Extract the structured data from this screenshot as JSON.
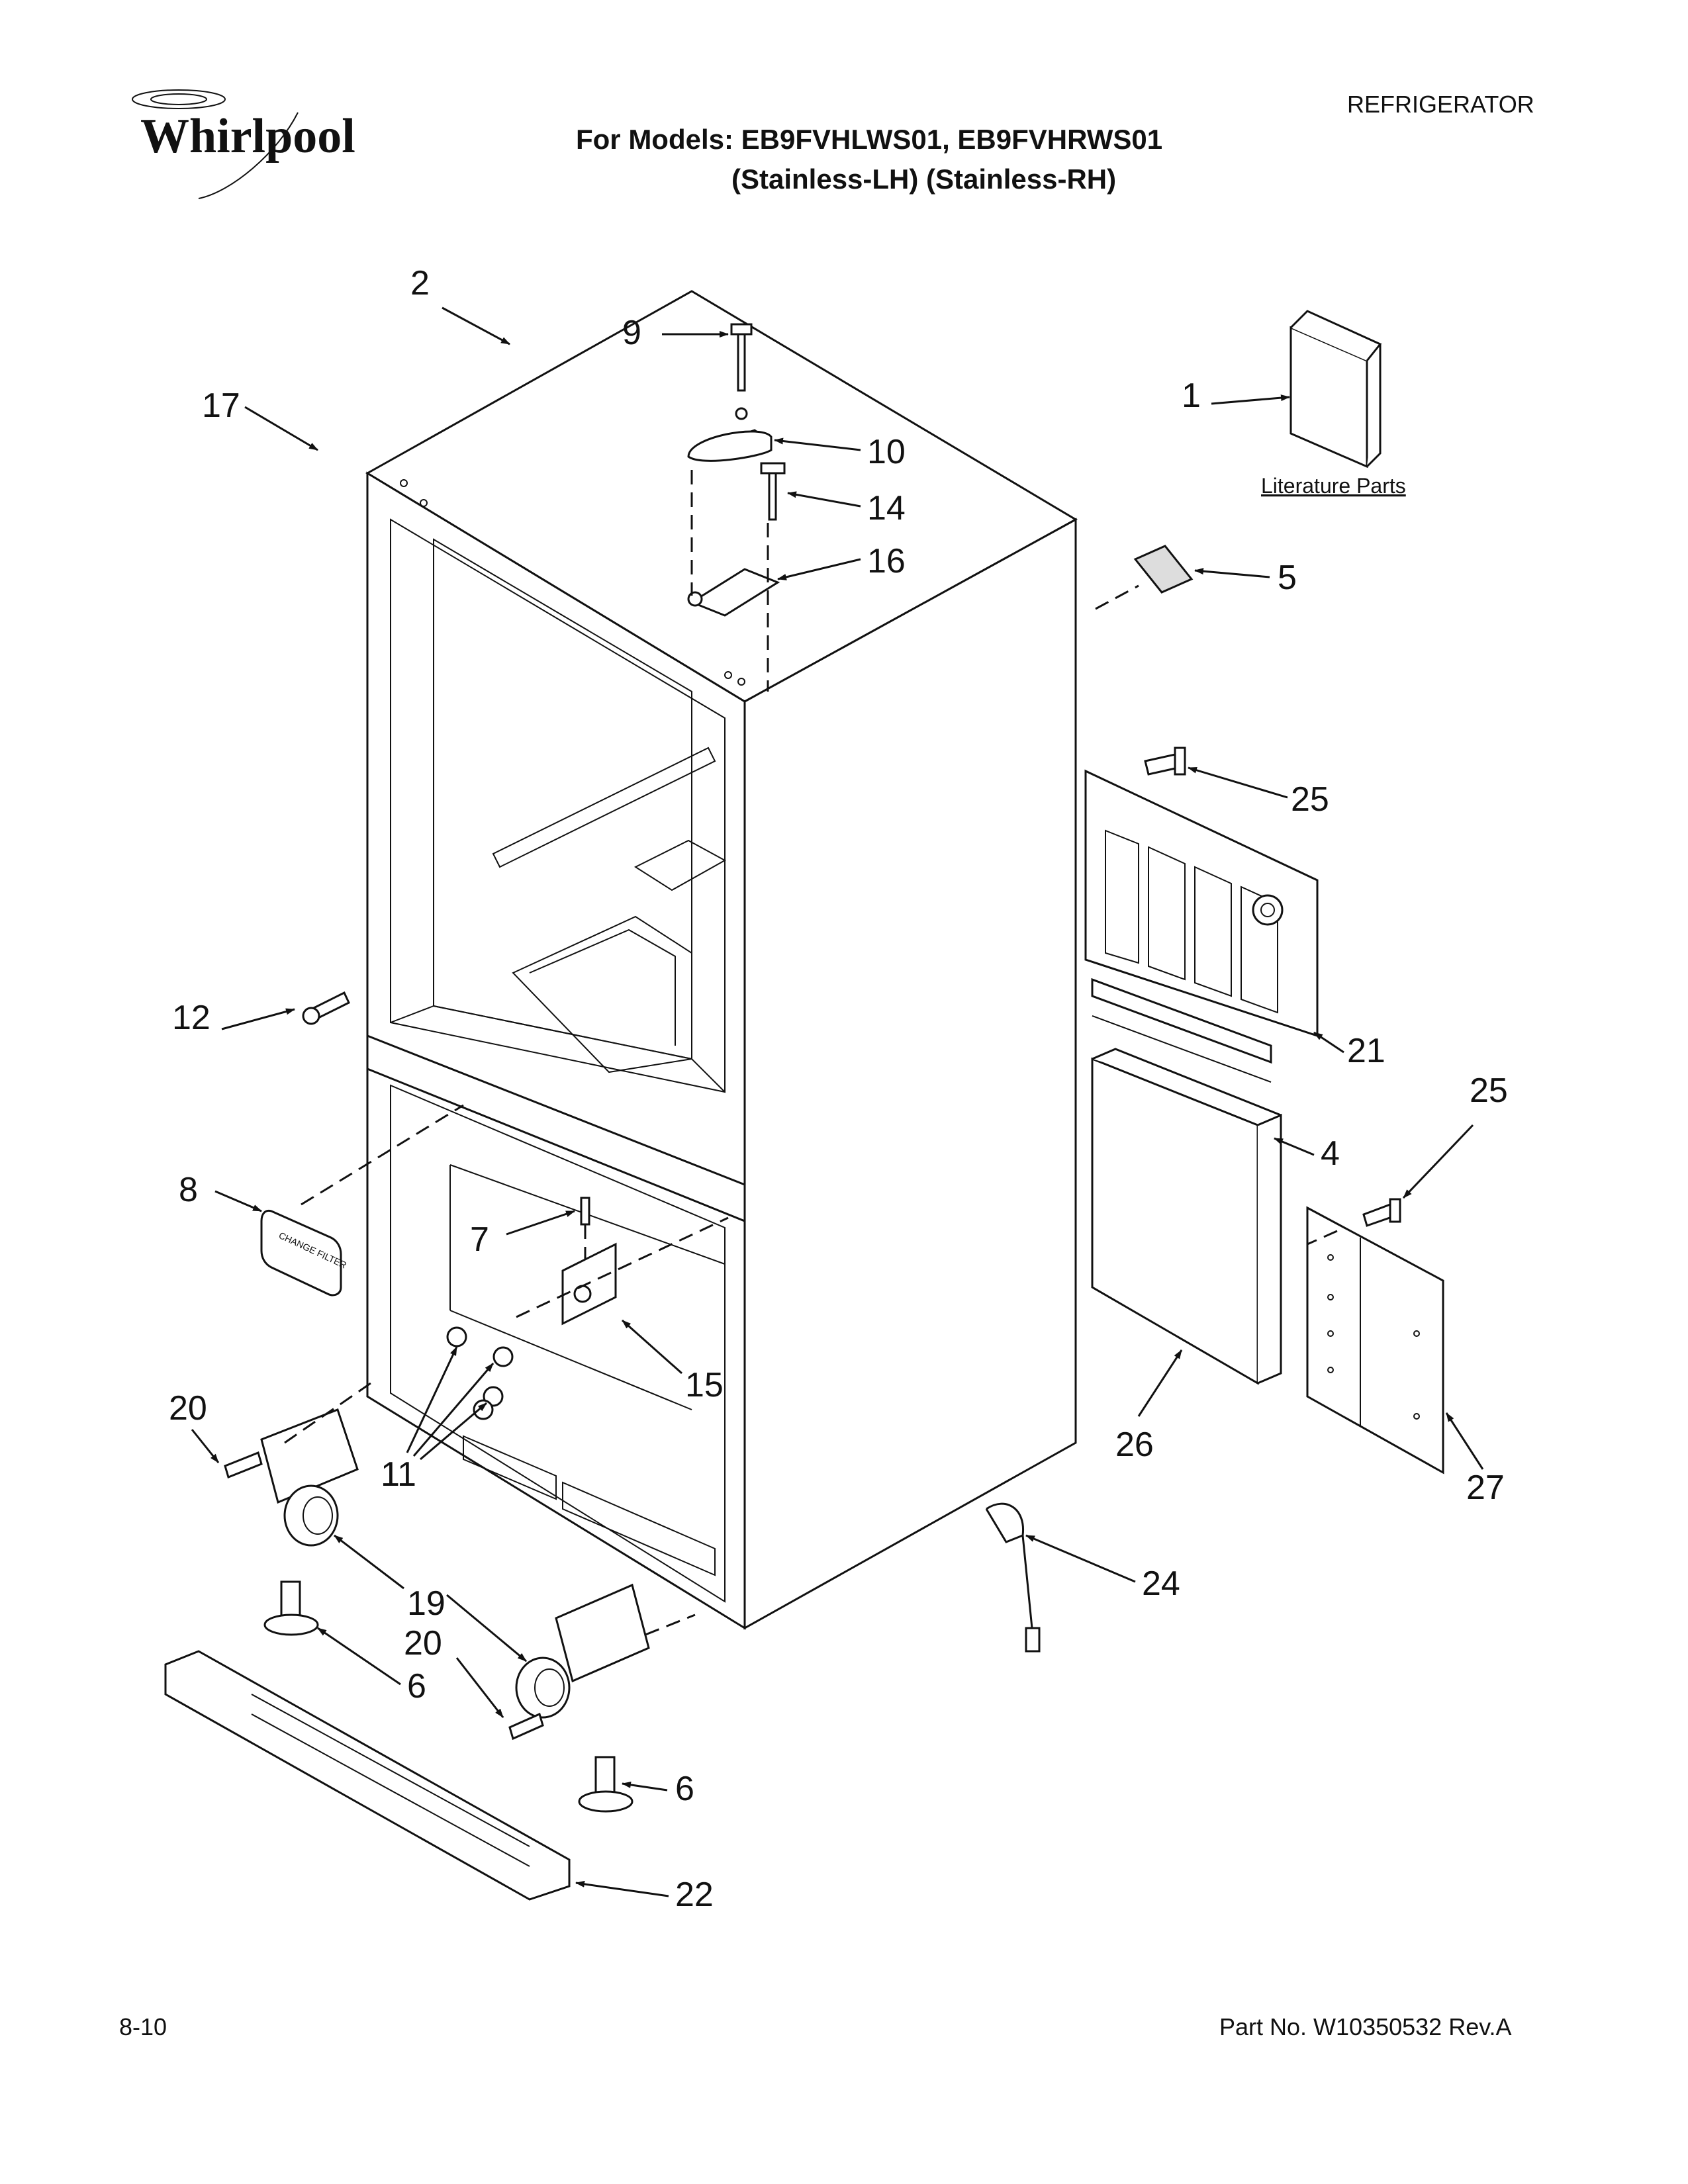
{
  "header": {
    "brand": "Whirlpool",
    "models_line": "For Models: EB9FVHLWS01, EB9FVHRWS01",
    "variants_line": "(Stainless-LH)   (Stainless-RH)",
    "category": "REFRIGERATOR"
  },
  "literature_label": "Literature Parts",
  "callouts": {
    "c1": "1",
    "c2": "2",
    "c4": "4",
    "c5": "5",
    "c6a": "6",
    "c6b": "6",
    "c7": "7",
    "c8": "8",
    "c9": "9",
    "c10": "10",
    "c11": "11",
    "c12": "12",
    "c14": "14",
    "c15": "15",
    "c16": "16",
    "c17": "17",
    "c19": "19",
    "c20a": "20",
    "c20b": "20",
    "c21": "21",
    "c22": "22",
    "c24": "24",
    "c25a": "25",
    "c25b": "25",
    "c26": "26",
    "c27": "27"
  },
  "filter_label": "CHANGE FILTER",
  "footer": {
    "page": "8-10",
    "part_no": "Part No. W10350532 Rev.A"
  }
}
